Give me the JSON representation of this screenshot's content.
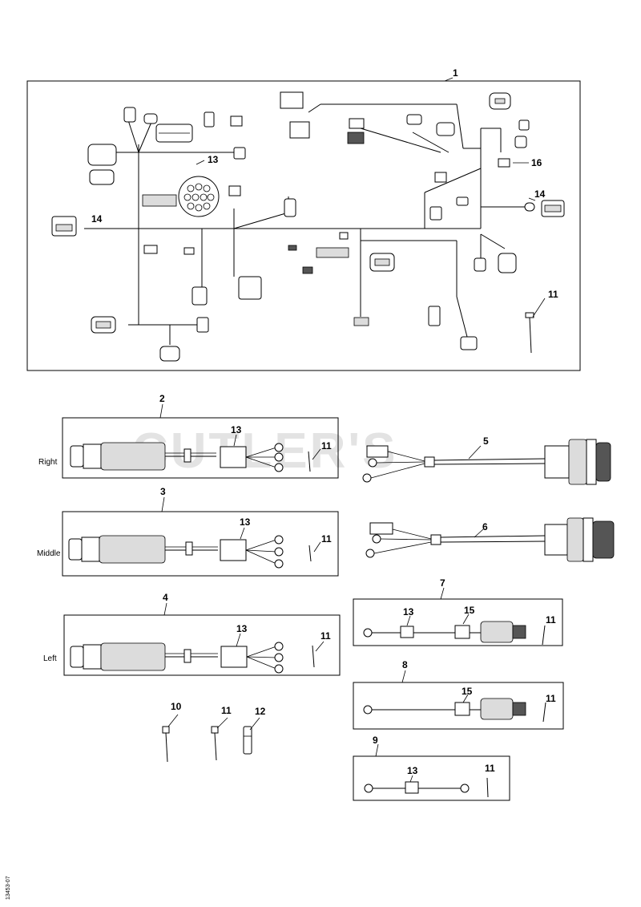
{
  "watermark": "CUTLER'S",
  "callouts": {
    "c1": "1",
    "c2": "2",
    "c3": "3",
    "c4": "4",
    "c5": "5",
    "c6": "6",
    "c7": "7",
    "c8": "8",
    "c9": "9",
    "c10": "10",
    "c11a": "11",
    "c11b": "11",
    "c11c": "11",
    "c11d": "11",
    "c11e": "11",
    "c11f": "11",
    "c11g": "11",
    "c11h": "11",
    "c12": "12",
    "c13a": "13",
    "c13b": "13",
    "c13c": "13",
    "c13d": "13",
    "c13e": "13",
    "c13f": "13",
    "c14a": "14",
    "c14b": "14",
    "c15a": "15",
    "c15b": "15",
    "c16": "16"
  },
  "side_labels": {
    "right": "Right",
    "middle": "Middle",
    "left": "Left"
  },
  "footer_code": "13453-07"
}
